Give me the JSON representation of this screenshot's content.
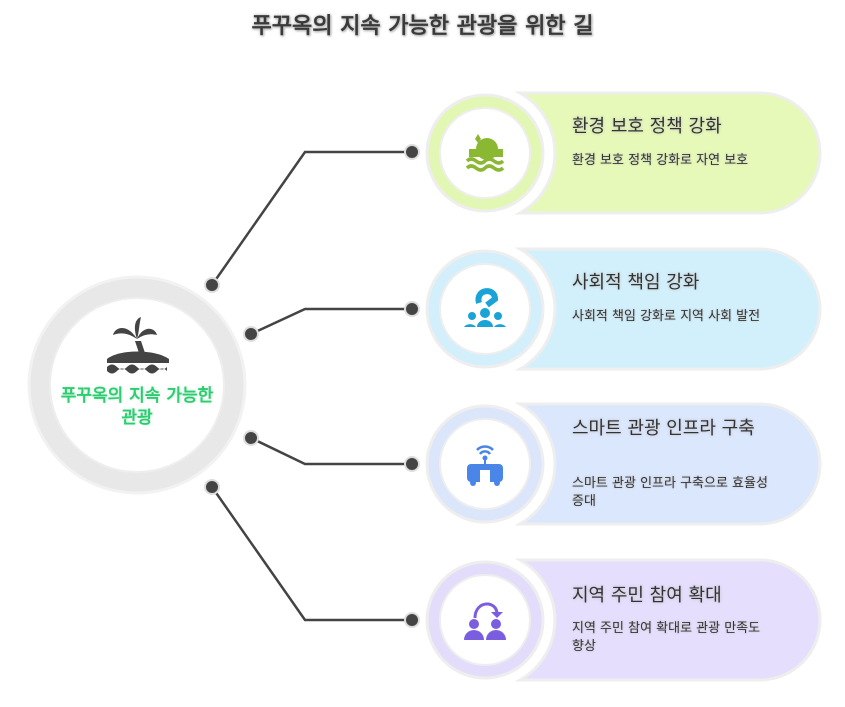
{
  "title": "푸꾸옥의 지속 가능한 관광을 위한 길",
  "center": {
    "label": "푸꾸옥의 지속 가능한 관광",
    "icon": "island-icon",
    "ring_color": "#e8e8e8",
    "text_color": "#2ecc71"
  },
  "items": [
    {
      "title": "환경 보호 정책 강화",
      "desc": "환경 보호 정책 강화로 자연 보호",
      "icon": "sunset-waves-icon",
      "bg": "#e6f9b8",
      "ring": "#e3f7b4",
      "accent": "#8bb832"
    },
    {
      "title": "사회적 책임 강화",
      "desc": "사회적 책임 강화로 지역 사회 발전",
      "icon": "community-help-icon",
      "bg": "#d2f0fc",
      "ring": "#d2effb",
      "accent": "#1aa3d6"
    },
    {
      "title": "스마트 관광 인프라 구축",
      "desc": "스마트 관광 인프라 구축으로 효율성 증대",
      "icon": "smart-bus-icon",
      "bg": "#dbe7fd",
      "ring": "#dbe6fb",
      "accent": "#4a86e8"
    },
    {
      "title": "지역 주민 참여 확대",
      "desc": "지역 주민 참여 확대로 관광 만족도 향상",
      "icon": "people-exchange-icon",
      "bg": "#e5defd",
      "ring": "#e3ddfb",
      "accent": "#7b5ee0"
    }
  ]
}
